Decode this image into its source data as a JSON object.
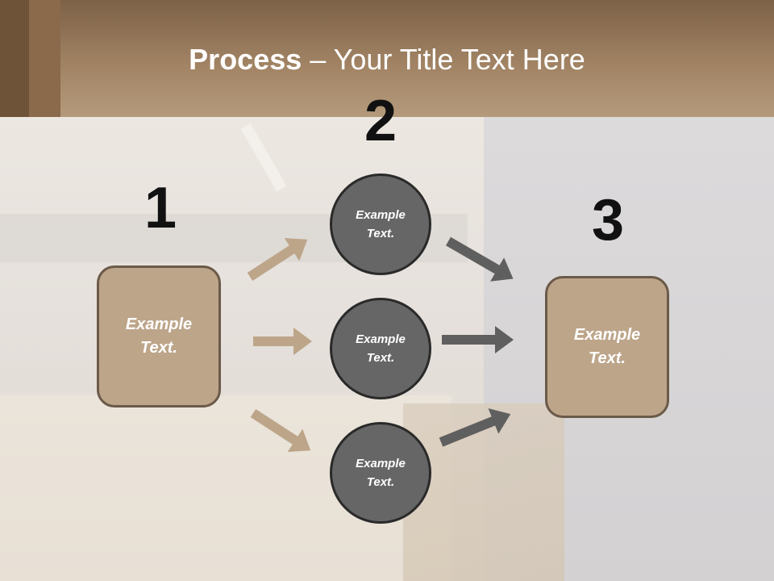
{
  "title": {
    "bold": "Process",
    "rest": " – Your Title Text Here"
  },
  "steps": {
    "one": "1",
    "two": "2",
    "three": "3"
  },
  "left_box": {
    "text": "Example Text."
  },
  "circles": [
    {
      "text": "Example Text."
    },
    {
      "text": "Example Text."
    },
    {
      "text": "Example Text."
    }
  ],
  "right_box": {
    "text": "Example Text."
  },
  "colors": {
    "accent": "#bda58a",
    "circle": "#666666",
    "arrow_left": "#bda58a",
    "arrow_right": "#5f5f5f"
  }
}
